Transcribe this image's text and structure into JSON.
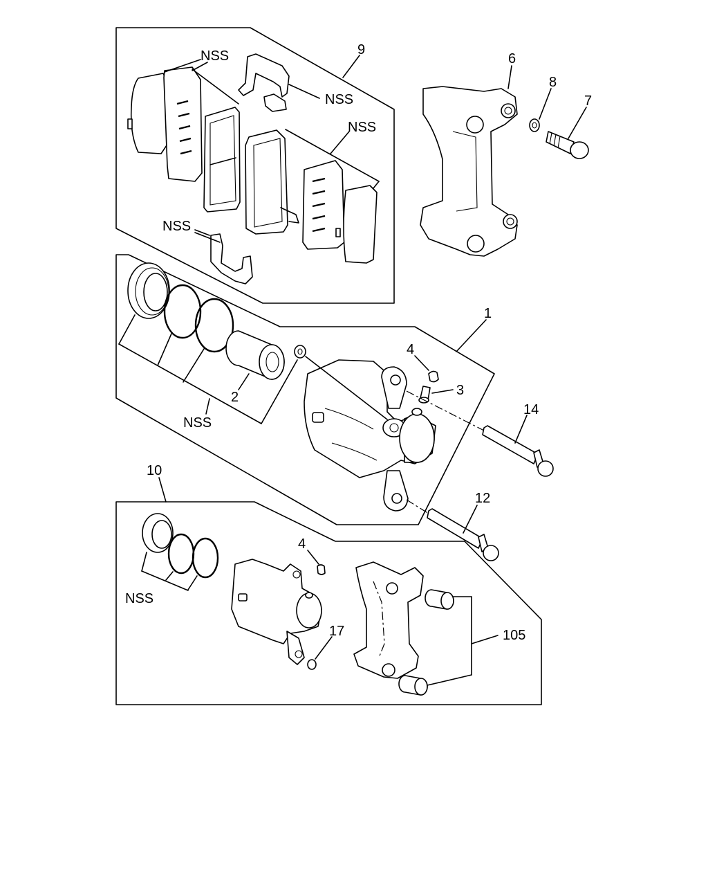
{
  "labels": {
    "nss_pads": "NSS",
    "item_9": "9",
    "item_6": "6",
    "item_8": "8",
    "item_7": "7",
    "nss_clip_top": "NSS",
    "nss_shims_right": "NSS",
    "nss_clip_bottom": "NSS",
    "item_1": "1",
    "item_4_upper": "4",
    "item_3": "3",
    "item_14": "14",
    "item_2": "2",
    "nss_seal_kit": "NSS",
    "item_10": "10",
    "item_12": "12",
    "item_4_lower": "4",
    "nss_seal_kit_lower": "NSS",
    "item_17": "17",
    "item_105": "105"
  },
  "colors": {
    "line": "#000000",
    "background": "#ffffff"
  }
}
